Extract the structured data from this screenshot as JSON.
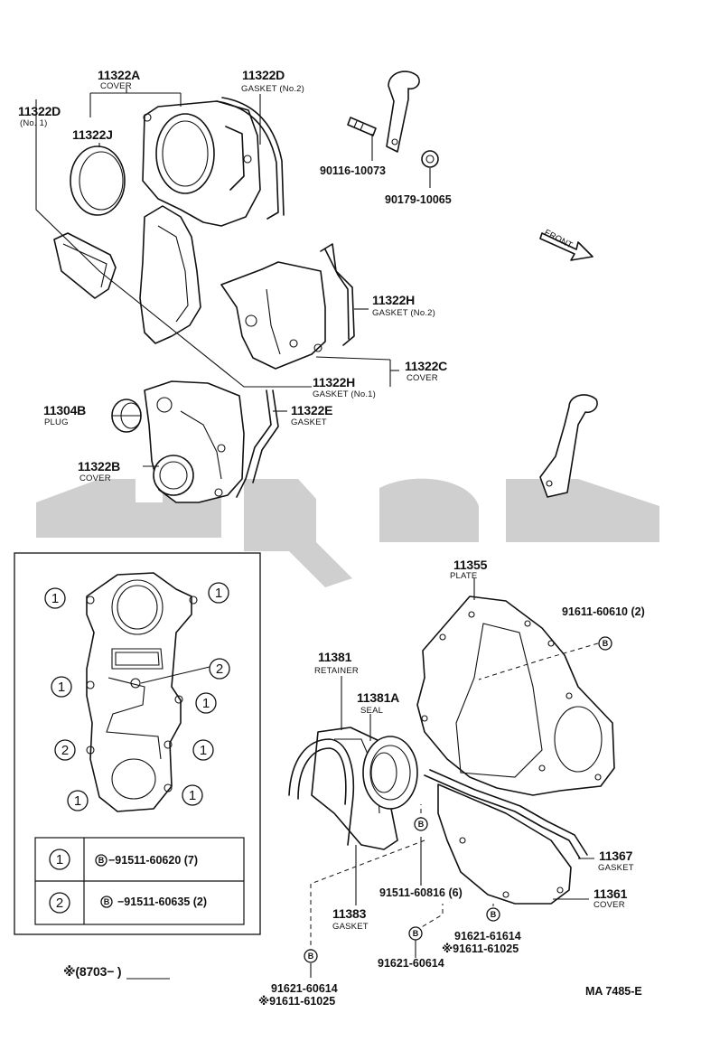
{
  "labels": {
    "p11322A": "11322A",
    "p11322A_sub": "COVER",
    "p11322D_2": "11322D",
    "p11322D_2_sub": "GASKET (No.2)",
    "p11322D_1": "11322D",
    "p11322D_1_sub": "(No. 1)",
    "p11322J": "11322J",
    "p90116": "90116-10073",
    "p90179": "90179-10065",
    "front": "FRONT",
    "p11322H_2": "11322H",
    "p11322H_2_sub": "GASKET (No.2)",
    "p11322C": "11322C",
    "p11322C_sub": "COVER",
    "p11322H_1": "11322H",
    "p11322H_1_sub": "GASKET (No.1)",
    "p11304B": "11304B",
    "p11304B_sub": "PLUG",
    "p11322E": "11322E",
    "p11322E_sub": "GASKET",
    "p11322B": "11322B",
    "p11322B_sub": "COVER",
    "p11355": "11355",
    "p11355_sub": "PLATE",
    "p91611_60610": "91611-60610 (2)",
    "p11381": "11381",
    "p11381_sub": "RETAINER",
    "p11381A": "11381A",
    "p11381A_sub": "SEAL",
    "p91511_60816": "91511-60816 (6)",
    "p11367": "11367",
    "p11367_sub": "GASKET",
    "p11361": "11361",
    "p11361_sub": "COVER",
    "p91621_61614": "91621-61614",
    "p91611_61025_a": "※91611-61025",
    "p91621_60614_a": "91621-60614",
    "p11383": "11383",
    "p11383_sub": "GASKET",
    "p91621_60614_b": "91621-60614",
    "p91611_61025_b": "※91611-61025",
    "footnote": "※(8703−        )",
    "diagram_code": "MA  7485-E"
  },
  "bolt_table": {
    "rows": [
      {
        "mark": "1",
        "tag": "B",
        "part": "−91511-60620 (7)"
      },
      {
        "mark": "2",
        "tag": "B",
        "part": "−91511-60635 (2)"
      }
    ]
  },
  "inset_marks": [
    "1",
    "1",
    "2",
    "1",
    "1",
    "2",
    "1",
    "1",
    "1"
  ],
  "bolt_tag": "B"
}
